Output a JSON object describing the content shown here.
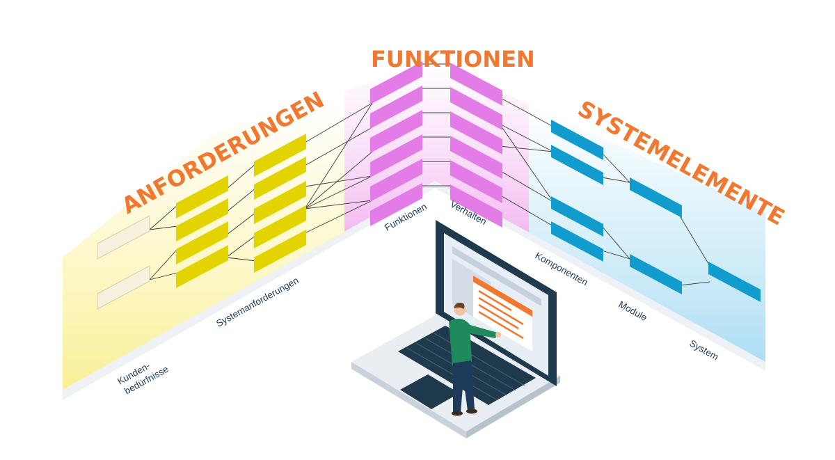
{
  "titles": {
    "anforderungen": "ANFORDERUNGEN",
    "funktionen": "FUNKTIONEN",
    "systemelemente": "SYSTEMELEMENTE"
  },
  "labels": {
    "kunden_line1": "Kunden-",
    "kunden_line2": "bedürfnisse",
    "systemanforderungen": "Systemanforderungen",
    "funktionen": "Funktionen",
    "verhalten": "Verhalten",
    "komponenten": "Komponenten",
    "module": "Module",
    "system": "System"
  },
  "colors": {
    "title": "#f07830",
    "requirement_box": "#e3d400",
    "need_box": "#f6f1de",
    "function_box": "#e37ce6",
    "element_box": "#119ccd",
    "label_text": "#1d3b56"
  }
}
